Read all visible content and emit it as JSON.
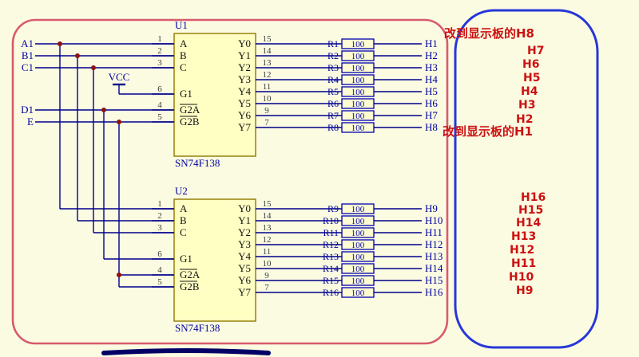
{
  "inputs": {
    "a1": "A1",
    "b1": "B1",
    "c1": "C1",
    "d1": "D1",
    "e": "E",
    "vcc": "VCC"
  },
  "u1": {
    "ref": "U1",
    "part": "SN74F138",
    "left_pins": [
      {
        "num": "1",
        "name": "A"
      },
      {
        "num": "2",
        "name": "B"
      },
      {
        "num": "3",
        "name": "C"
      },
      {
        "num": "6",
        "name": "G1"
      },
      {
        "num": "4",
        "name": "G2A",
        "bar": true
      },
      {
        "num": "5",
        "name": "G2B",
        "bar": true
      }
    ],
    "outputs": [
      {
        "pin": "15",
        "name": "Y0",
        "res": "R1",
        "value": "100",
        "net": "H1"
      },
      {
        "pin": "14",
        "name": "Y1",
        "res": "R2",
        "value": "100",
        "net": "H2"
      },
      {
        "pin": "13",
        "name": "Y2",
        "res": "R3",
        "value": "100",
        "net": "H3"
      },
      {
        "pin": "12",
        "name": "Y3",
        "res": "R4",
        "value": "100",
        "net": "H4"
      },
      {
        "pin": "11",
        "name": "Y4",
        "res": "R5",
        "value": "100",
        "net": "H5"
      },
      {
        "pin": "10",
        "name": "Y5",
        "res": "R6",
        "value": "100",
        "net": "H6"
      },
      {
        "pin": "9",
        "name": "Y6",
        "res": "R7",
        "value": "100",
        "net": "H7"
      },
      {
        "pin": "7",
        "name": "Y7",
        "res": "R8",
        "value": "100",
        "net": "H8"
      }
    ]
  },
  "u2": {
    "ref": "U2",
    "part": "SN74F138",
    "left_pins": [
      {
        "num": "1",
        "name": "A"
      },
      {
        "num": "2",
        "name": "B"
      },
      {
        "num": "3",
        "name": "C"
      },
      {
        "num": "6",
        "name": "G1"
      },
      {
        "num": "4",
        "name": "G2A",
        "bar": true
      },
      {
        "num": "5",
        "name": "G2B",
        "bar": true
      }
    ],
    "outputs": [
      {
        "pin": "15",
        "name": "Y0",
        "res": "R9",
        "value": "100",
        "net": "H9"
      },
      {
        "pin": "14",
        "name": "Y1",
        "res": "R10",
        "value": "100",
        "net": "H10"
      },
      {
        "pin": "13",
        "name": "Y2",
        "res": "R11",
        "value": "100",
        "net": "H11"
      },
      {
        "pin": "12",
        "name": "Y3",
        "res": "R12",
        "value": "100",
        "net": "H12"
      },
      {
        "pin": "11",
        "name": "Y4",
        "res": "R13",
        "value": "100",
        "net": "H13"
      },
      {
        "pin": "10",
        "name": "Y5",
        "res": "R14",
        "value": "100",
        "net": "H14"
      },
      {
        "pin": "9",
        "name": "Y6",
        "res": "R15",
        "value": "100",
        "net": "H15"
      },
      {
        "pin": "7",
        "name": "Y7",
        "res": "R16",
        "value": "100",
        "net": "H16"
      }
    ]
  },
  "annotations": {
    "top_note": "改到显示板的H8",
    "top_list": [
      "H7",
      "H6",
      "H5",
      "H4",
      "H3",
      "H2"
    ],
    "bottom_note": "改到显示板的H1",
    "bottom_list": [
      "H16",
      "H15",
      "H14",
      "H13",
      "H12",
      "H11",
      "H10",
      "H9"
    ]
  },
  "colors": {
    "background": "#fbfbe2",
    "wire": "#00008b",
    "schematic_label": "#0000a0",
    "ic_fill": "#ffffc4",
    "ic_border": "#8f7800",
    "junction_dot": "#901010",
    "annotation_red": "#cc1111",
    "marker_red": "#d85a6e",
    "marker_blue": "#2737d8"
  }
}
